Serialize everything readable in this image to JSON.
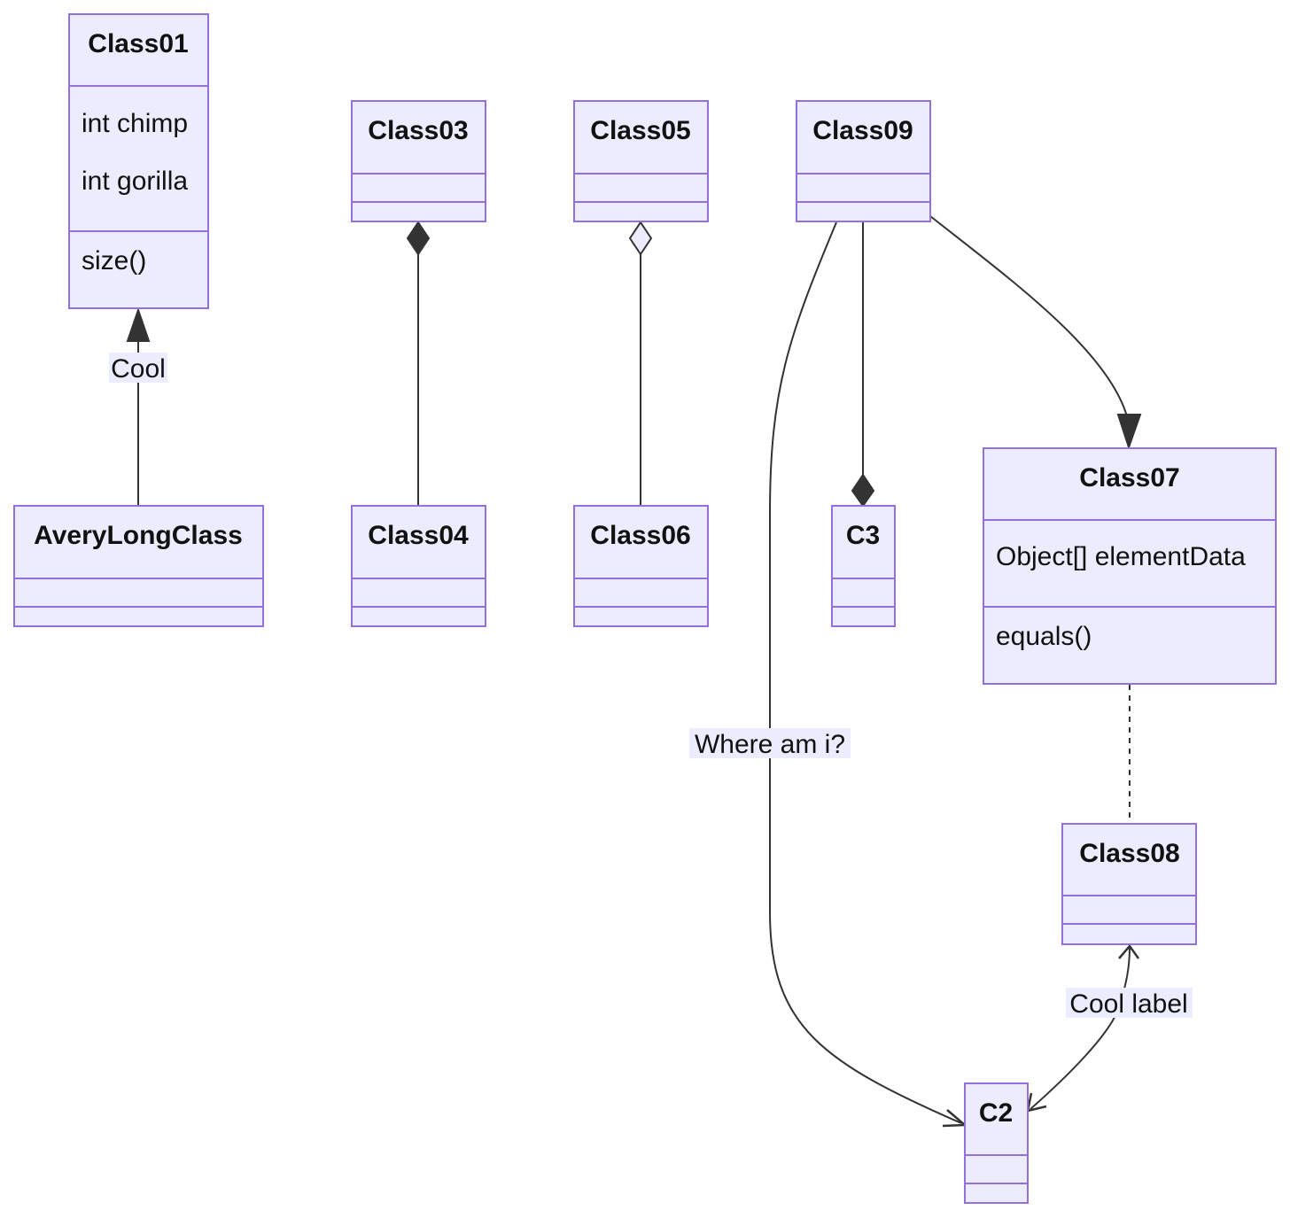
{
  "classes": {
    "class01": {
      "name": "Class01",
      "attributes": [
        "int chimp",
        "int gorilla"
      ],
      "methods": [
        "size()"
      ]
    },
    "averylongclass": {
      "name": "AveryLongClass"
    },
    "class03": {
      "name": "Class03"
    },
    "class04": {
      "name": "Class04"
    },
    "class05": {
      "name": "Class05"
    },
    "class06": {
      "name": "Class06"
    },
    "class09": {
      "name": "Class09"
    },
    "c3": {
      "name": "C3"
    },
    "class07": {
      "name": "Class07",
      "attributes": [
        "Object[] elementData"
      ],
      "methods": [
        "equals()"
      ]
    },
    "class08": {
      "name": "Class08"
    },
    "c2": {
      "name": "C2"
    }
  },
  "relations": [
    {
      "from": "AveryLongClass",
      "to": "Class01",
      "type": "inheritance",
      "label": "Cool"
    },
    {
      "from": "Class03",
      "to": "Class04",
      "type": "composition"
    },
    {
      "from": "Class05",
      "to": "Class06",
      "type": "aggregation"
    },
    {
      "from": "Class09",
      "to": "C3",
      "type": "composition"
    },
    {
      "from": "Class09",
      "to": "Class07",
      "type": "inheritance"
    },
    {
      "from": "Class09",
      "to": "C2",
      "type": "association",
      "label": "Where am i?"
    },
    {
      "from": "Class07",
      "to": "Class08",
      "type": "dashed-link"
    },
    {
      "from": "Class08",
      "to": "C2",
      "type": "bidirectional-association",
      "label": "Cool label"
    }
  ]
}
